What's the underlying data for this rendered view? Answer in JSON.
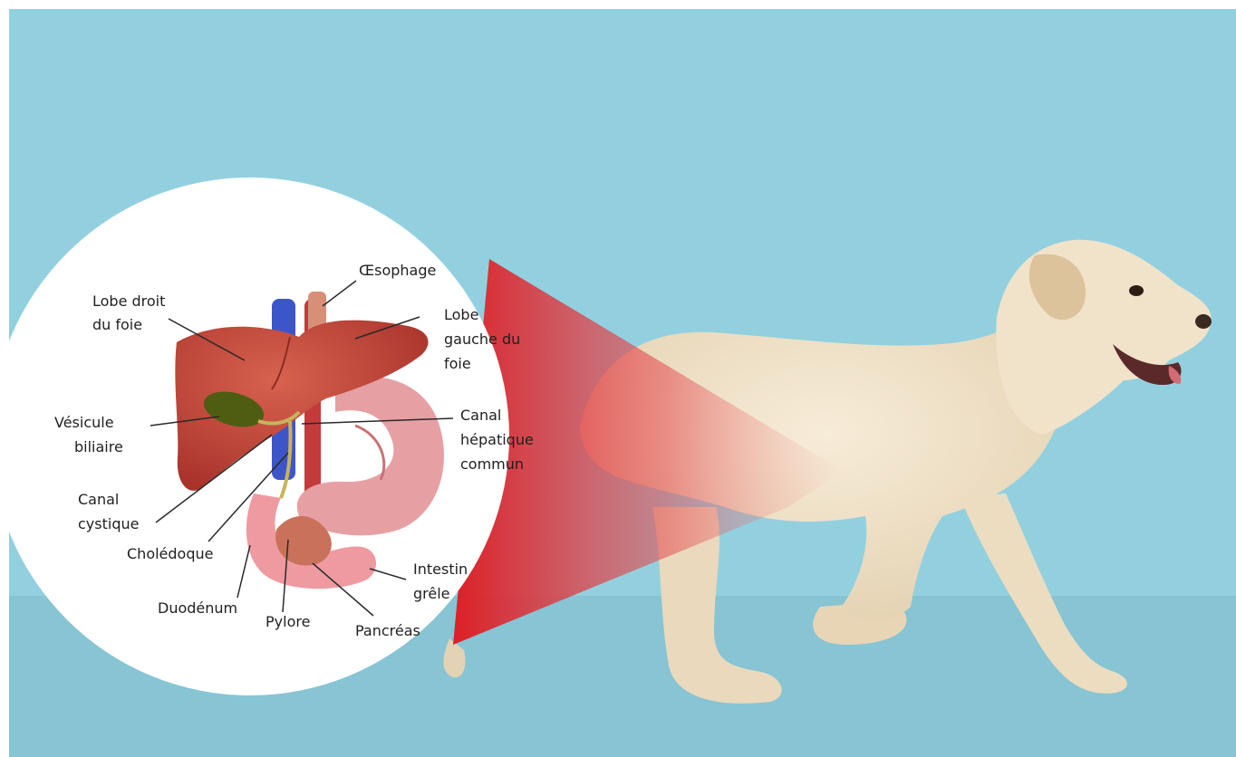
{
  "labels": {
    "oesophage": "Œsophage",
    "lobe_droit": [
      "Lobe droit",
      "du foie"
    ],
    "lobe_gauche": [
      "Lobe",
      "gauche du",
      "foie"
    ],
    "vesicule": [
      "Vésicule",
      "biliaire"
    ],
    "canal_hepatique": [
      "Canal",
      "hépatique",
      "commun"
    ],
    "canal_cystique": [
      "Canal",
      "cystique"
    ],
    "choledoque": "Cholédoque",
    "intestin": [
      "Intestin",
      "grêle"
    ],
    "duodenum": "Duodénum",
    "pylore": "Pylore",
    "pancreas": "Pancréas"
  },
  "colors": {
    "sky": "#93d0df",
    "floor": "#87c4d4",
    "callout_red": "#e0242b",
    "liver": "#c2453a",
    "gallbladder": "#4f5d13",
    "stomach": "#e6a0a4",
    "dog_fur": "#f0e2ca"
  },
  "icons": {
    "dog": "dog-illustration",
    "organs": "liver-digestive-organs-illustration"
  }
}
